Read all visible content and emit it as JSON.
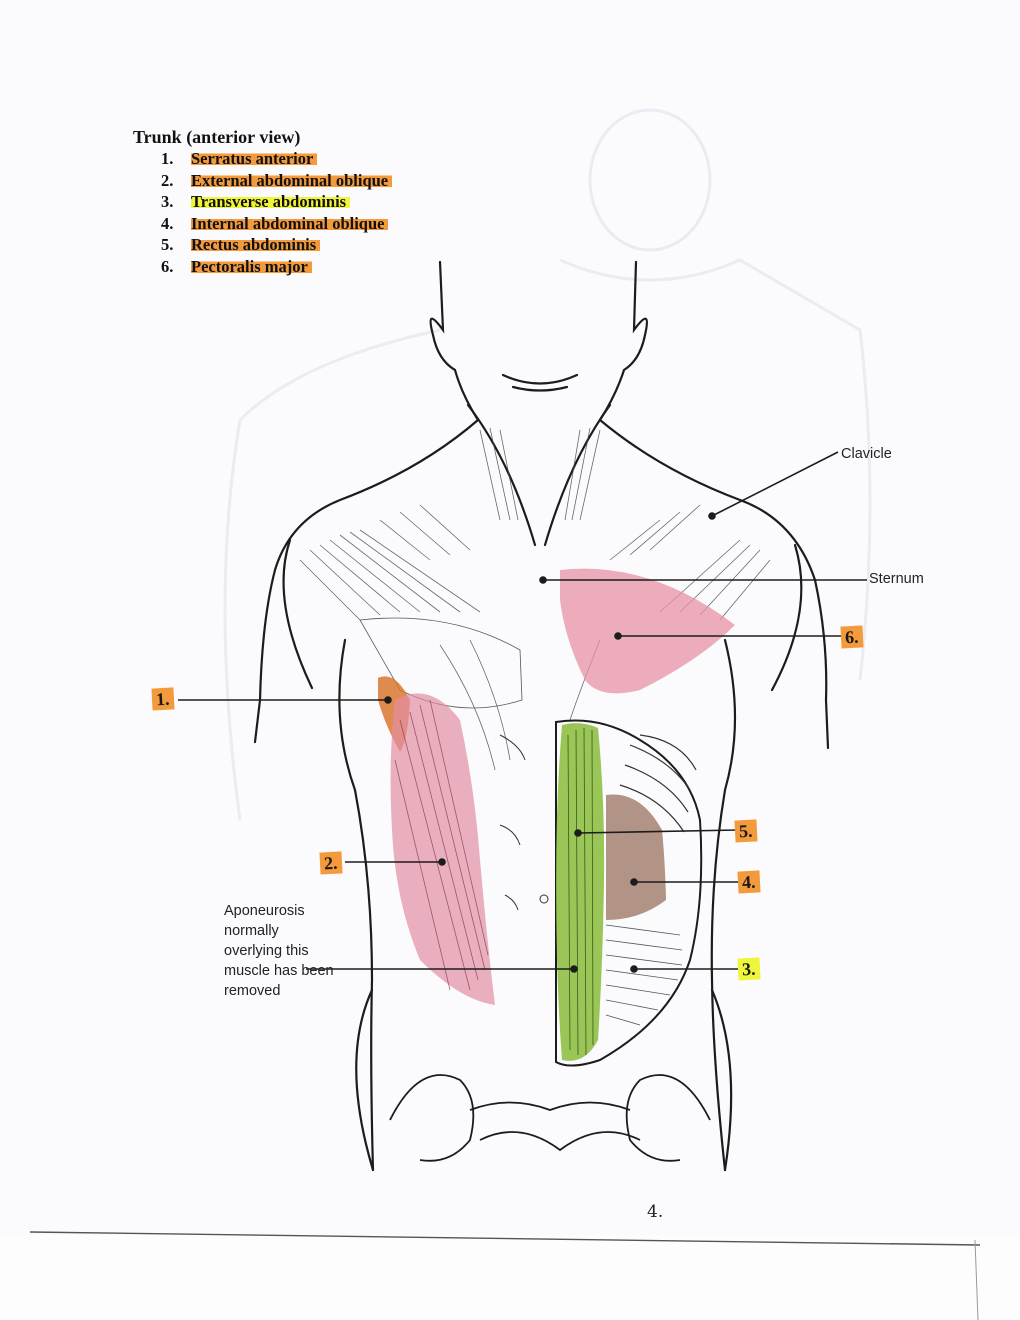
{
  "title": "Trunk (anterior view)",
  "legend": [
    {
      "number": "1.",
      "name": "Serratus anterior",
      "highlight": "#f39a3c"
    },
    {
      "number": "2.",
      "name": "External abdominal oblique",
      "highlight": "#f39a3c"
    },
    {
      "number": "3.",
      "name": "Transverse abdominis",
      "highlight": "#eef53a"
    },
    {
      "number": "4.",
      "name": "Internal abdominal oblique",
      "highlight": "#f39a3c"
    },
    {
      "number": "5.",
      "name": "Rectus abdominis",
      "highlight": "#f39a3c"
    },
    {
      "number": "6.",
      "name": "Pectoralis major",
      "highlight": "#f39a3c"
    }
  ],
  "labels": {
    "clavicle": "Clavicle",
    "sternum": "Sternum",
    "aponeurosis": "Aponeurosis normally overlying this muscle has been removed"
  },
  "tags": {
    "t1": "1.",
    "t2": "2.",
    "t3": "3.",
    "t4": "4.",
    "t5": "5.",
    "t6": "6."
  },
  "page_number": "4.",
  "colors": {
    "orange_highlight": "#f39a3c",
    "yellow_highlight": "#eef53a",
    "pectoralis_pink": "#e892a6",
    "oblique_pink": "#e38fa2",
    "serratus_orange": "#d9772f",
    "rectus_green": "#8fbf45",
    "internal_oblique_brown": "#a88878",
    "line": "#1c1c1c"
  }
}
